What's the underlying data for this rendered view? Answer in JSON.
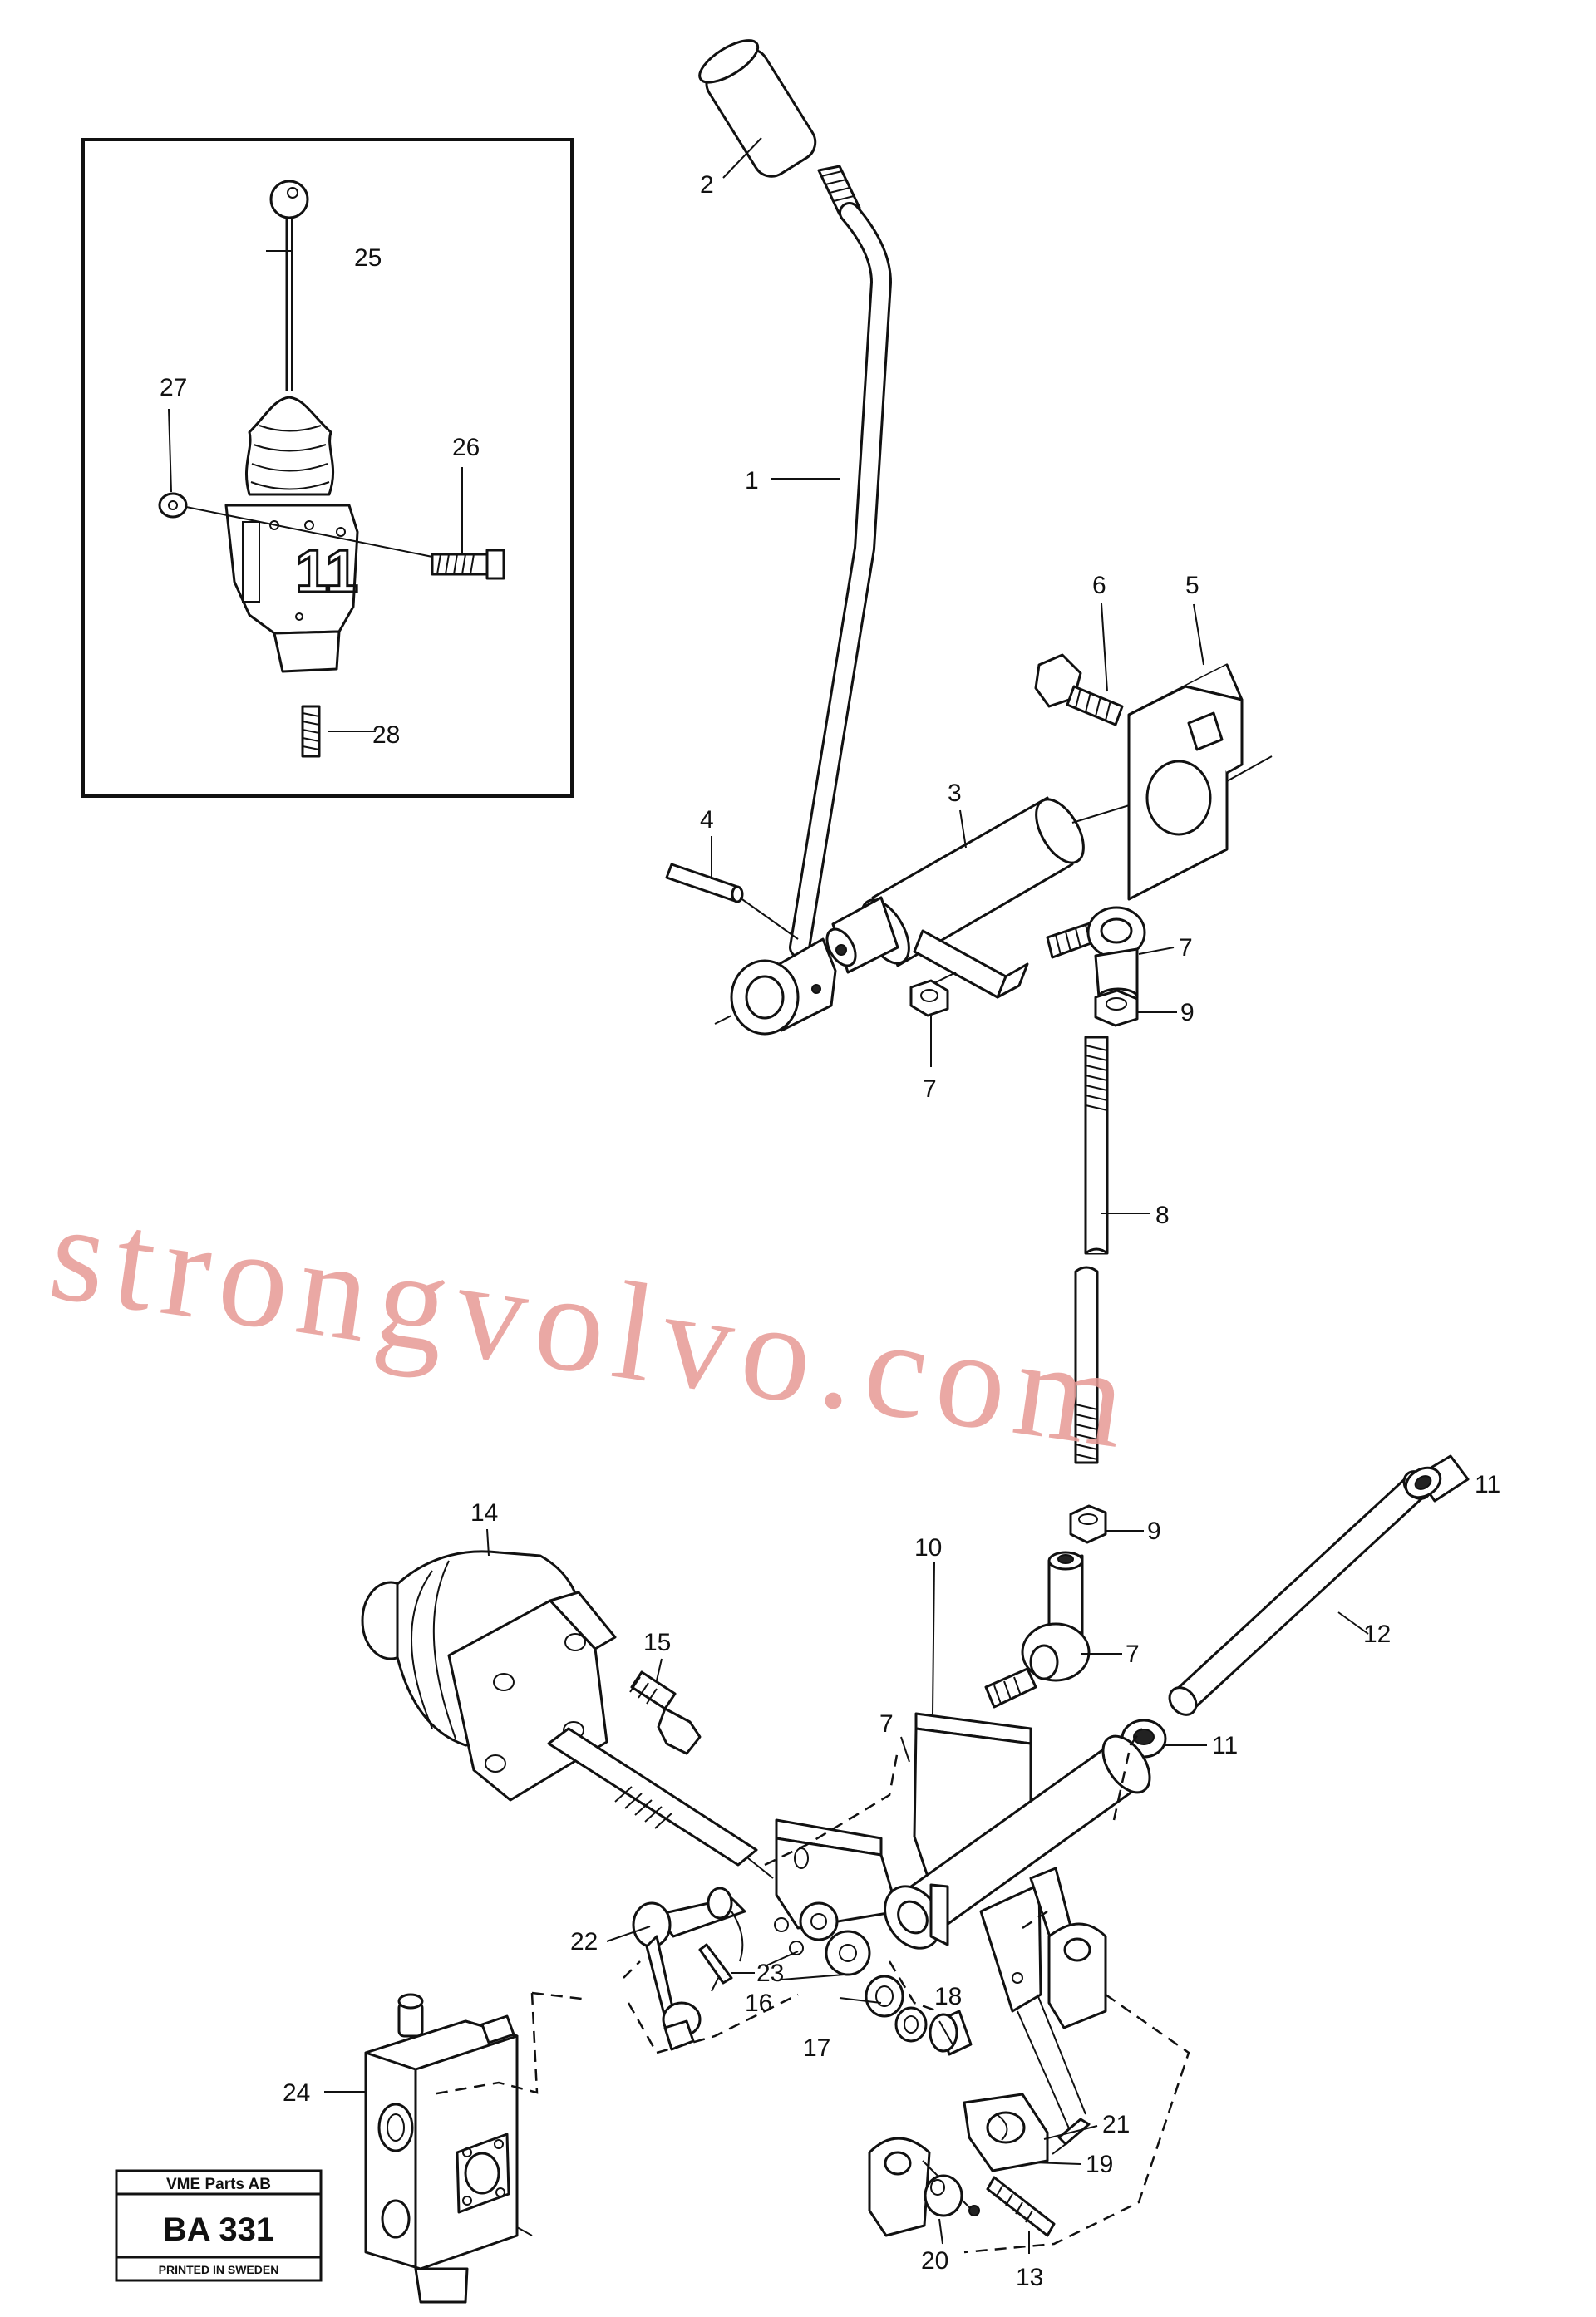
{
  "watermark": "strongvolvo.com",
  "badge": {
    "company": "VME Parts AB",
    "code": "BA 331",
    "printed": "PRINTED IN SWEDEN"
  },
  "labels": {
    "p1": "1",
    "p2": "2",
    "p3": "3",
    "p4": "4",
    "p5": "5",
    "p6": "6",
    "p7a": "7",
    "p7b": "7",
    "p7c": "7",
    "p7d": "7",
    "p8": "8",
    "p9a": "9",
    "p9b": "9",
    "p10": "10",
    "p11a": "11",
    "p11b": "11",
    "p12": "12",
    "p13": "13",
    "p14": "14",
    "p15": "15",
    "p16": "16",
    "p17": "17",
    "p18": "18",
    "p19": "19",
    "p20": "20",
    "p21": "21",
    "p22": "22",
    "p23": "23",
    "p24": "24",
    "p25": "25",
    "p26": "26",
    "p27": "27",
    "p28": "28"
  }
}
